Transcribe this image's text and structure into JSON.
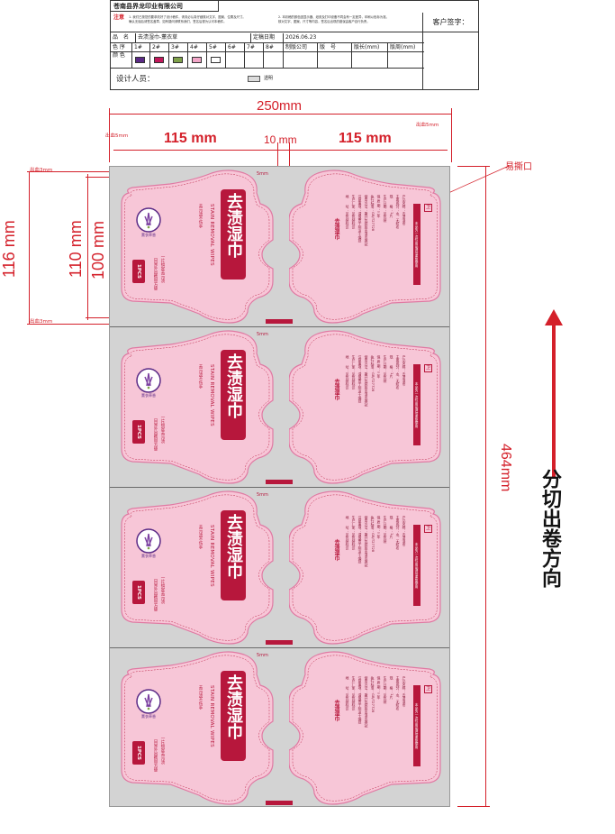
{
  "header": {
    "company": "苍南县界龙印业有限公司",
    "note_label": "注意",
    "notes_left": [
      "1. 我们已按您的要求改好了设计稿件，请务必认真仔细核对文字、图案、位置及尺寸。",
      "确认无误后请签名盖章，如有疑问请联系我们，签名后视为认可本稿件。"
    ],
    "notes_right": [
      "2. 本彩稿的颜色因显示器、纸张及打印设备不同会有一定差异，印刷以色标为准。",
      "核对文字、图案、尺寸等内容，签名后出现的错误由客户自行负责。"
    ],
    "customer_sign": "客户签字：",
    "product_label": "品　名",
    "product_value": "去渍湿巾-薰衣草",
    "date_label": "定稿日期",
    "date_value": "2026.06.23",
    "color_seq_label": "色 序",
    "color_label": "颜 色",
    "color_slots": [
      "1#",
      "2#",
      "3#",
      "4#",
      "5#",
      "6#",
      "7#",
      "8#"
    ],
    "colors": [
      "#5b2a86",
      "#c2185b",
      "#7fa14a",
      "#f2a6c8",
      "#ffffff"
    ],
    "plate_company_label": "制版公司",
    "plate_number_label": "版　号",
    "plate_length_label": "版长(mm)",
    "plate_width_label": "版周(mm)",
    "designer_label": "设计人员：",
    "transparent_label": "透明"
  },
  "dimensions": {
    "total_width": "250mm",
    "bleed_top_right": "出血5mm",
    "bleed_left": "出血5mm",
    "left_width": "115 mm",
    "gap": "10 mm",
    "right_width": "115 mm",
    "total_height_outer": "116 mm",
    "height_mid": "110 mm",
    "height_inner": "100 mm",
    "bleed_top": "出血3mm",
    "bleed_bottom": "出血3mm",
    "repeat_length": "464mm",
    "margin_5mm": "5mm",
    "tear_notch": "易撕口"
  },
  "package": {
    "brand_cn": "去渍湿巾",
    "brand_en": "STAIN REMOVAL WIPES",
    "pcs": "1PCS",
    "slogan_lines": [
      "一片搞定去污渍",
      "日常外出携带方便",
      "去污渍不伤手"
    ],
    "logo_text": "薰衣草香",
    "back_title": "去渍湿巾",
    "back_text": [
      "产品名称：去渍湿巾",
      "主要成分：水、无纺布",
      "规　　格：1片",
      "生产日期：见包装",
      "保 质 期：三年",
      "执行标准：GB/T27728",
      "使用方法：撕开包装取出湿巾擦拭",
      "注意事项：请放置于阴凉干燥处",
      "生产厂家：见包装标识",
      "地　　址：见包装标识"
    ],
    "back_warning": "本品为一次性用品请勿重复使用",
    "back_badge": "卫"
  },
  "direction_label": "分切出卷方向",
  "accent": "#b7173c",
  "panel_fill": "#f7c6d7"
}
